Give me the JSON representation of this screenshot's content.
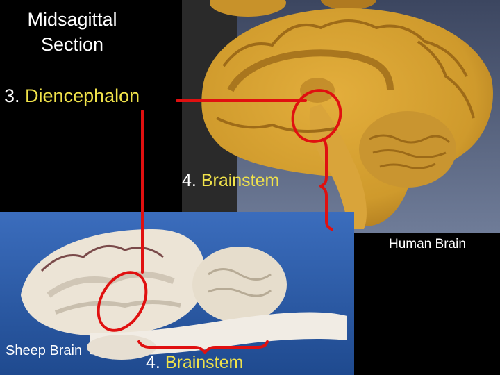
{
  "slide": {
    "title_line1": "Midsagittal",
    "title_line2": "Section",
    "label_diencephalon_num": "3.",
    "label_diencephalon": "Diencephalon",
    "label_brainstem_top_num": "4.",
    "label_brainstem_top": "Brainstem",
    "label_brainstem_bottom_num": "4.",
    "label_brainstem_bottom": "Brainstem",
    "caption_human": "Human Brain",
    "caption_sheep": "Sheep Brain"
  },
  "colors": {
    "background": "#000000",
    "annotation_red": "#e01010",
    "label_yellow": "#f0e24a",
    "human_brain": "#d6a030",
    "sheep_brain": "#ece6dc",
    "tray_blue": "#4a5a7a"
  }
}
